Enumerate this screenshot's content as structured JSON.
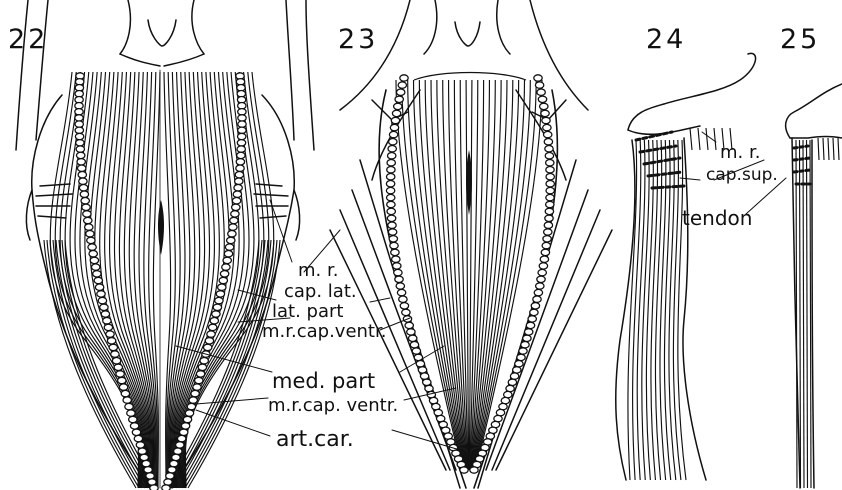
{
  "figures": [
    {
      "id": "22",
      "number": "22"
    },
    {
      "id": "23",
      "number": "23"
    },
    {
      "id": "24",
      "number": "24"
    },
    {
      "id": "25",
      "number": "25"
    }
  ],
  "labels": {
    "m_r": "m. r.",
    "cap_lat": "cap. lat.",
    "lat_part": "lat. part",
    "m_r_cap_ventr_1": "m.r.cap.ventr.",
    "med_part": "med. part",
    "m_r_cap_ventr_2": "m.r.cap. ventr.",
    "art_car": "art.car.",
    "m_r_sup": "m. r.",
    "cap_sup": "cap.sup.",
    "tendon": "tendon"
  },
  "colors": {
    "ink": "#111111",
    "paper": "#ffffff"
  }
}
